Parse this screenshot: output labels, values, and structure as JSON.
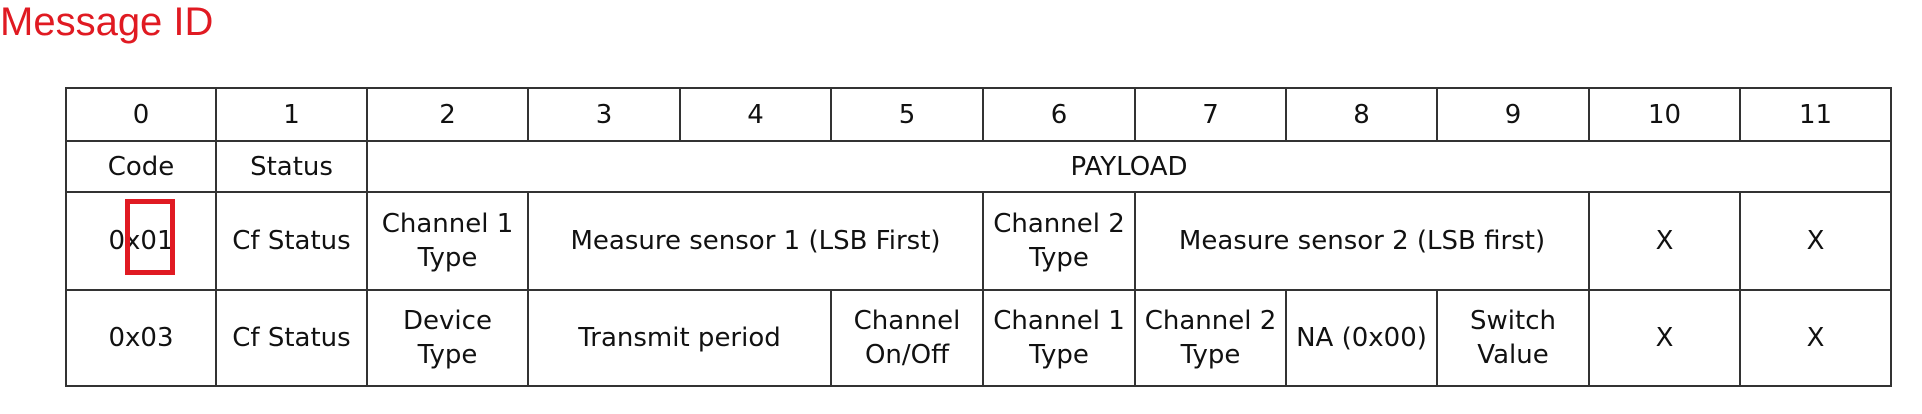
{
  "title": "Message ID",
  "colors": {
    "title": "#e01a22",
    "highlight": "#e01a22",
    "border": "#333333",
    "text": "#111111"
  },
  "table": {
    "byte_indices": [
      "0",
      "1",
      "2",
      "3",
      "4",
      "5",
      "6",
      "7",
      "8",
      "9",
      "10",
      "11"
    ],
    "labels": {
      "code": "Code",
      "status": "Status",
      "payload": "PAYLOAD"
    },
    "rows": [
      {
        "code": "0x01",
        "status": "Cf Status",
        "channel_1_type": "Channel 1 Type",
        "measure_sensor_1": "Measure sensor 1 (LSB First)",
        "channel_2_type": "Channel 2 Type",
        "measure_sensor_2": "Measure sensor 2 (LSB first)",
        "byte_10": "X",
        "byte_11": "X"
      },
      {
        "code": "0x03",
        "status": "Cf Status",
        "device_type": "Device Type",
        "transmit_period": "Transmit period",
        "channel_on_off": "Channel On/Off",
        "channel_1_type": "Channel 1 Type",
        "channel_2_type": "Channel 2 Type",
        "na": "NA (0x00)",
        "switch_value": "Switch Value",
        "byte_10": "X",
        "byte_11": "X"
      }
    ]
  }
}
